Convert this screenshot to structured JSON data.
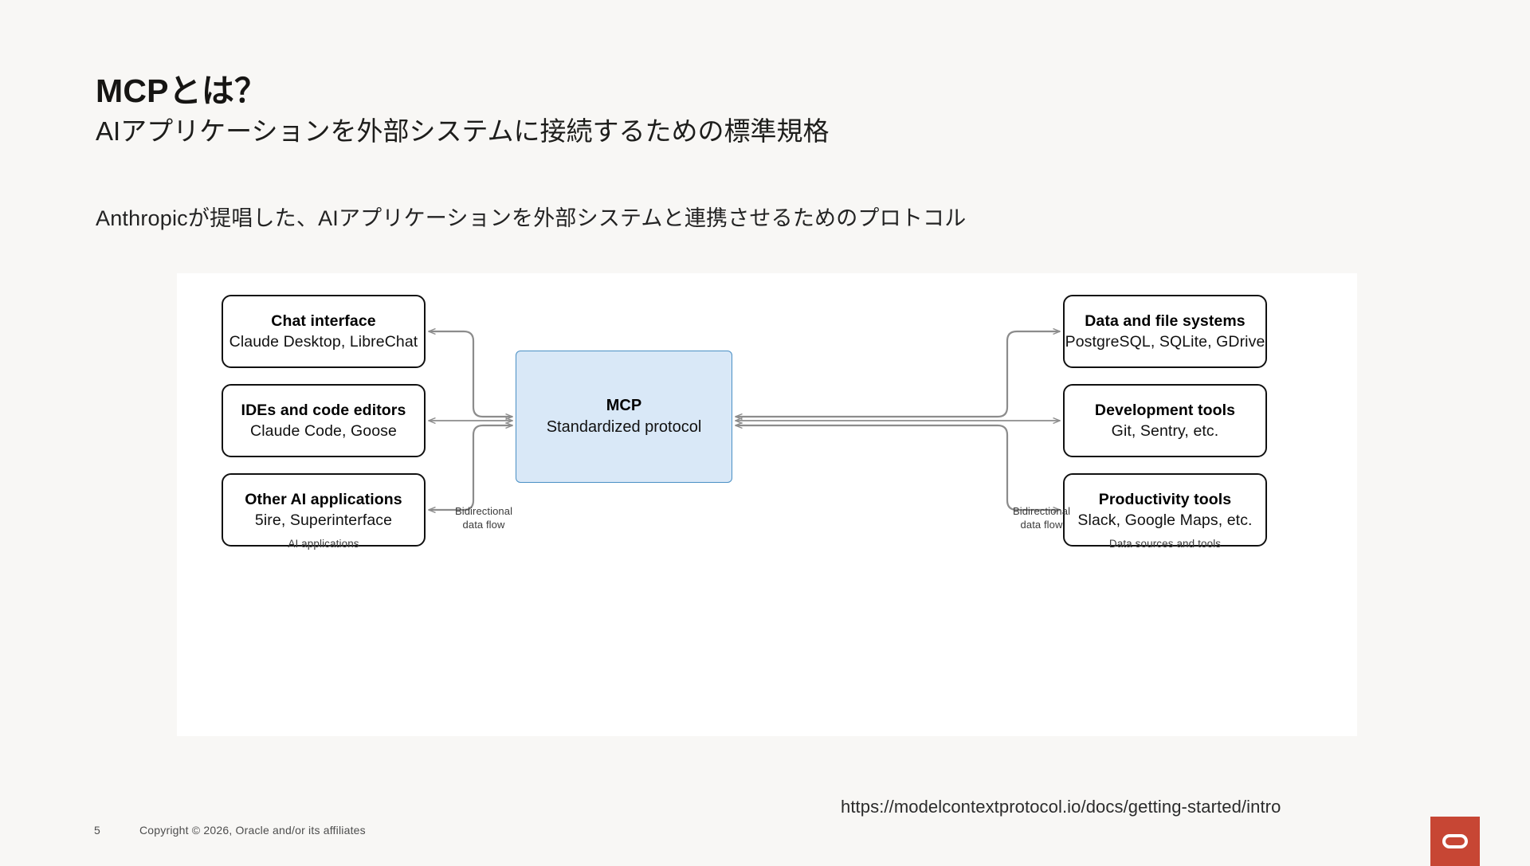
{
  "slide": {
    "title": "MCPとは？",
    "subtitle": "AIアプリケーションを外部システムに接続するための標準規格",
    "lead": "Anthropicが提唱した、AIアプリケーションを外部システムと連携させるためのプロトコル",
    "source_url": "https://modelcontextprotocol.io/docs/getting-started/intro"
  },
  "diagram": {
    "center": {
      "title": "MCP",
      "subtitle": "Standardized protocol"
    },
    "left_group_label": "AI applications",
    "right_group_label": "Data sources and tools",
    "flow_label_left": "Bidirectional\ndata flow",
    "flow_label_left_line1": "Bidirectional",
    "flow_label_left_line2": "data flow",
    "flow_label_right_line1": "Bidirectional",
    "flow_label_right_line2": "data flow",
    "left_nodes": [
      {
        "title": "Chat interface",
        "subtitle": "Claude Desktop, LibreChat"
      },
      {
        "title": "IDEs and code editors",
        "subtitle": "Claude Code, Goose"
      },
      {
        "title": "Other AI applications",
        "subtitle": "5ire, Superinterface"
      }
    ],
    "right_nodes": [
      {
        "title": "Data and file systems",
        "subtitle": "PostgreSQL, SQLite, GDrive"
      },
      {
        "title": "Development tools",
        "subtitle": "Git, Sentry, etc."
      },
      {
        "title": "Productivity tools",
        "subtitle": "Slack, Google Maps, etc."
      }
    ],
    "colors": {
      "center_fill": "#d9e8f7",
      "center_border": "#4a8fc4",
      "node_border": "#111111",
      "connector": "#8c8c8c",
      "panel_background": "#ffffff"
    }
  },
  "footer": {
    "page_number": "5",
    "copyright": "Copyright © 2026, Oracle and/or its affiliates",
    "logo_name": "Oracle",
    "brand_color": "#c74634"
  }
}
